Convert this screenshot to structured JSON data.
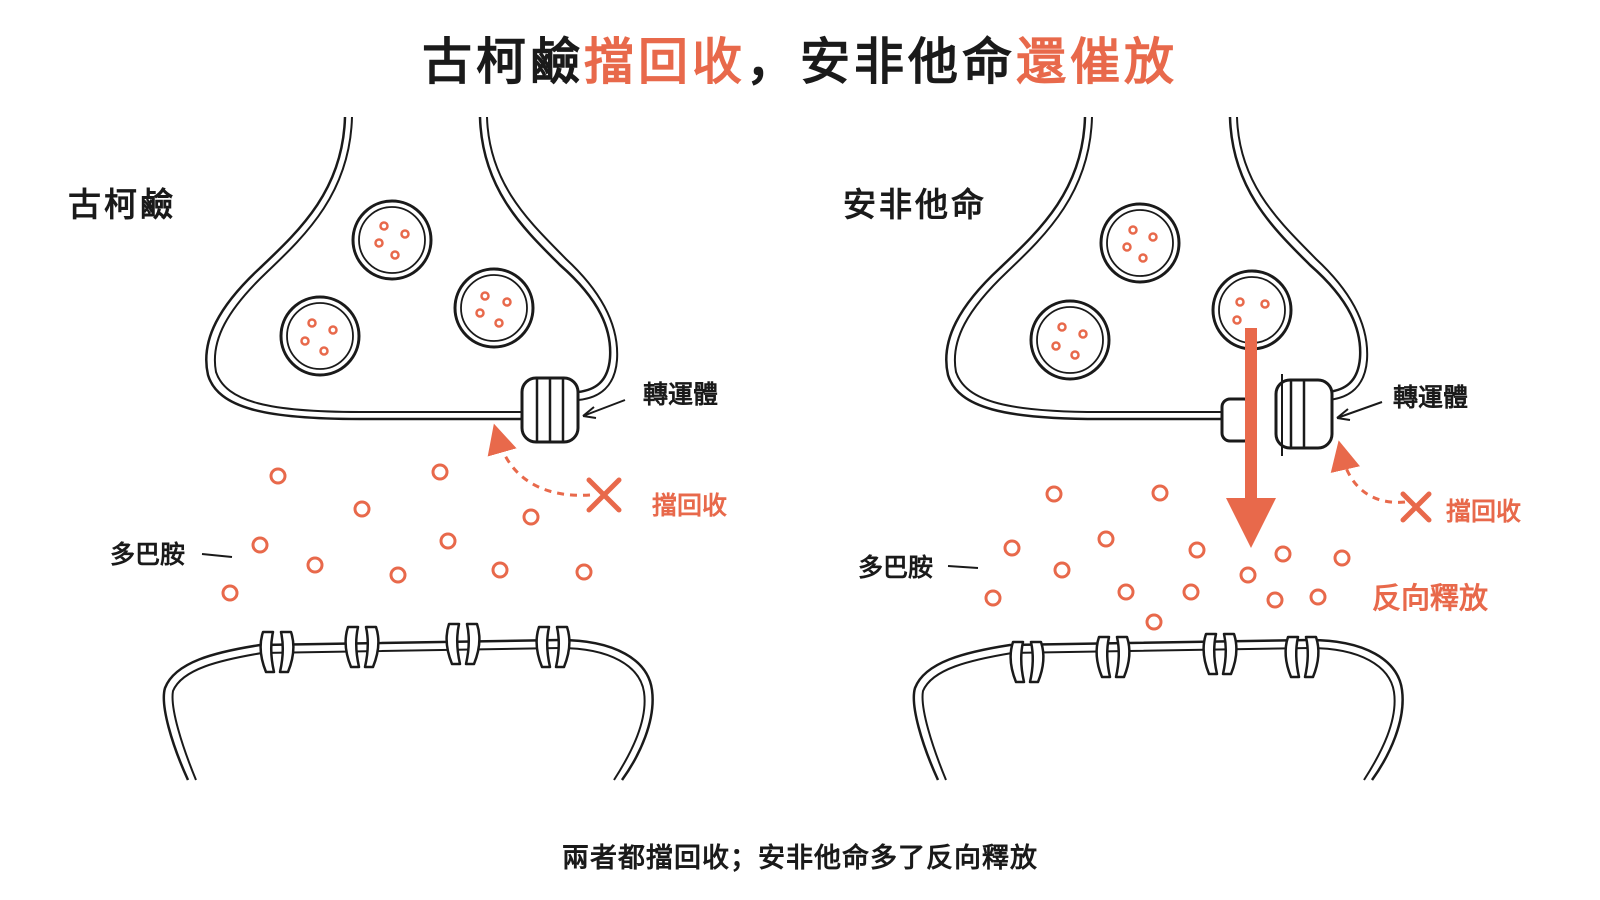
{
  "title": {
    "part1": "古柯鹼",
    "part2": "擋回收",
    "part3": "，安非他命",
    "part4": "還催放"
  },
  "left_panel": {
    "label": "古柯鹼",
    "transporter_label": "轉運體",
    "block_label": "擋回收",
    "dopamine_label": "多巴胺"
  },
  "right_panel": {
    "label": "安非他命",
    "transporter_label": "轉運體",
    "block_label": "擋回收",
    "dopamine_label": "多巴胺",
    "efflux_label": "反向釋放"
  },
  "caption": "兩者都擋回收；安非他命多了反向釋放",
  "colors": {
    "accent": "#e8694b",
    "line": "#1a1a1a",
    "background": "#ffffff"
  }
}
